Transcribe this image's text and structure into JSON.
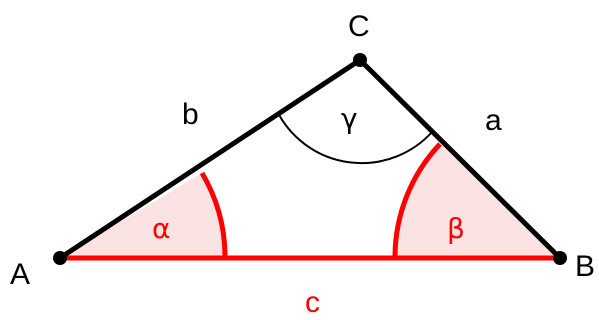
{
  "vertices": {
    "A": "A",
    "B": "B",
    "C": "C"
  },
  "sides": {
    "a": "a",
    "b": "b",
    "c": "c"
  },
  "angles": {
    "alpha": "α",
    "beta": "β",
    "gamma": "γ"
  },
  "colors": {
    "black_line": "#000000",
    "red_line": "#ff0000",
    "angle_fill": "#fbe3e3",
    "red_text": "#ff0000",
    "black_text": "#000000"
  }
}
